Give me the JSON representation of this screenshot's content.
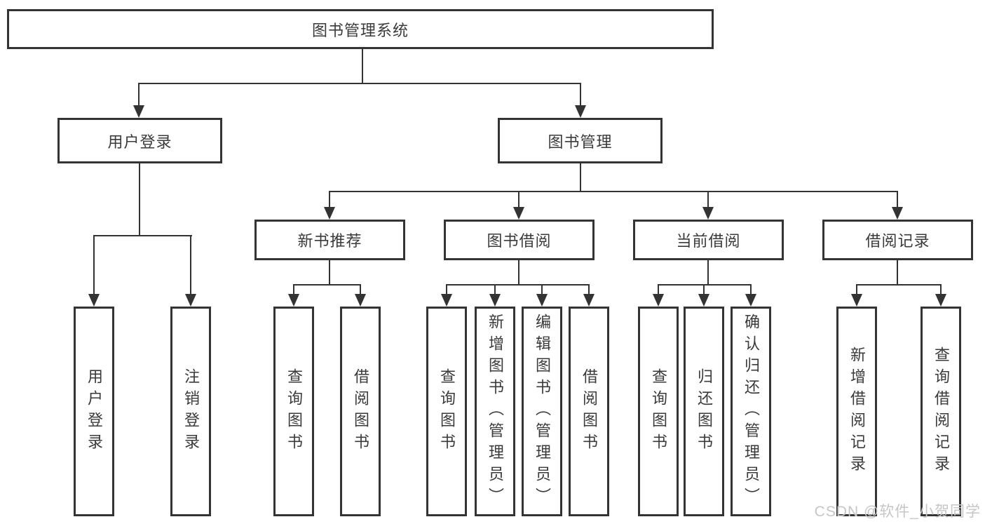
{
  "tree": {
    "label": "图书管理系统",
    "children": [
      {
        "label": "用户登录",
        "children": [
          {
            "label": "用户登录"
          },
          {
            "label": "注销登录"
          }
        ]
      },
      {
        "label": "图书管理",
        "children": [
          {
            "label": "新书推荐",
            "children": [
              {
                "label": "查询图书"
              },
              {
                "label": "借阅图书"
              }
            ]
          },
          {
            "label": "图书借阅",
            "children": [
              {
                "label": "查询图书"
              },
              {
                "label": "新增图书（管理员）"
              },
              {
                "label": "编辑图书（管理员）"
              },
              {
                "label": "借阅图书"
              }
            ]
          },
          {
            "label": "当前借阅",
            "children": [
              {
                "label": "查询图书"
              },
              {
                "label": "归还图书"
              },
              {
                "label": "确认归还（管理员）"
              }
            ]
          },
          {
            "label": "借阅记录",
            "children": [
              {
                "label": "新增借阅记录"
              },
              {
                "label": "查询借阅记录"
              }
            ]
          }
        ]
      }
    ]
  },
  "watermark": "CSDN @软件_小贺同学",
  "colors": {
    "line": "#333333",
    "box_border": "#343434",
    "text": "#3a3a3a",
    "watermark": "#c6c6c6",
    "background": "#ffffff"
  }
}
